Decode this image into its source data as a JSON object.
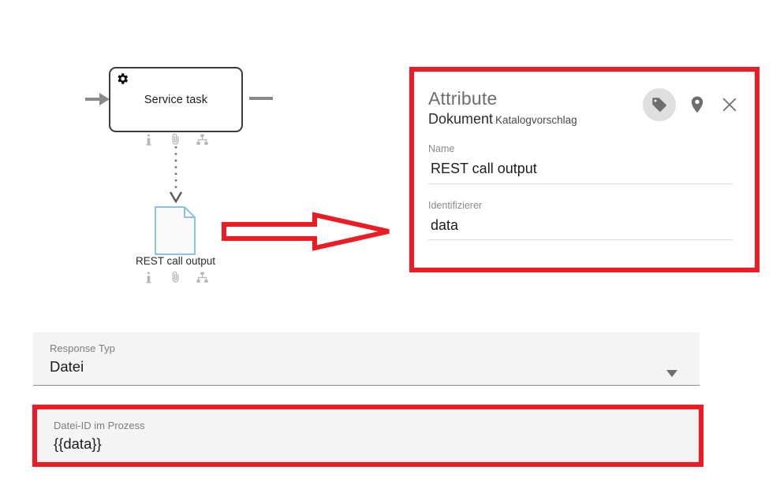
{
  "diagram": {
    "task": {
      "label": "Service task",
      "type_icon": "gear-icon",
      "markers": [
        "info-icon",
        "paperclip-icon",
        "hierarchy-icon"
      ]
    },
    "document": {
      "label": "REST call output",
      "markers": [
        "info-icon",
        "paperclip-icon",
        "hierarchy-icon"
      ]
    }
  },
  "annotations": {
    "arrow_color": "#ED1C24",
    "rect_color": "#ED1C24"
  },
  "panel": {
    "title": "Attribute",
    "subtitle_main": "Dokument",
    "subtitle_sub": "Katalogvorschlag",
    "icons": [
      {
        "name": "tag-icon",
        "active": true
      },
      {
        "name": "location-pin-icon",
        "active": false
      },
      {
        "name": "close-icon",
        "active": false
      }
    ],
    "fields": [
      {
        "label": "Name",
        "value": "REST call output"
      },
      {
        "label": "Identifizierer",
        "value": "data"
      }
    ]
  },
  "form": {
    "response_type": {
      "label": "Response Typ",
      "value": "Datei",
      "caret": "chevron-down-icon"
    },
    "file_id": {
      "label": "Datei-ID im Prozess",
      "value": "{{data}}"
    }
  }
}
